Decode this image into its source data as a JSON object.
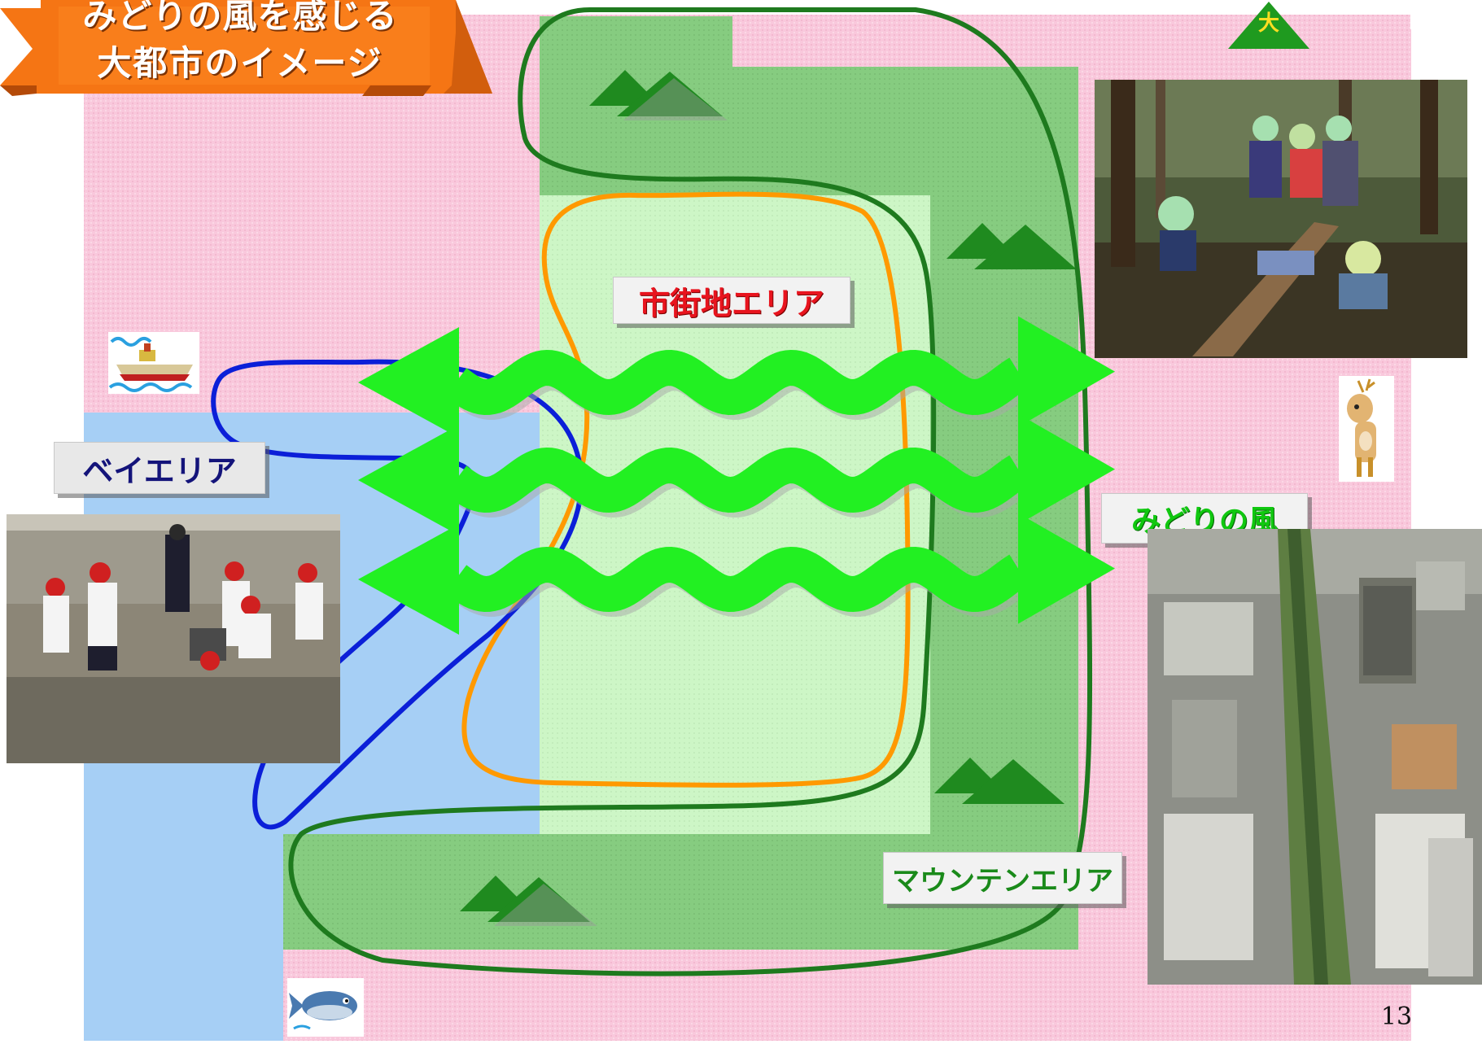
{
  "title": {
    "line1": "みどりの風を感じる",
    "line2": "大都市のイメージ"
  },
  "labels": {
    "city": "市街地エリア",
    "bay": "ベイエリア",
    "green_wind": "みどりの風",
    "mountain": "マウンテンエリア"
  },
  "page_number": "13",
  "mountain_badge_char": "大",
  "colors": {
    "background": "#f9c8dc",
    "bay_water": "#a6cff5",
    "mountain_area": "#86cc80",
    "city_area": "#cdf6c6",
    "arrow": "#22f022",
    "bay_boundary": "#0b1fd8",
    "city_boundary": "#ff9900",
    "mountain_boundary": "#1e7a1e",
    "banner": "#f57514",
    "city_label_text": "#e8141e",
    "bay_label_text": "#14147a",
    "green_label_text": "#10c810",
    "mountain_label_text": "#1a8a1a"
  },
  "icons": [
    "boat-icon",
    "fish-icon",
    "deer-icon",
    "mountain-icon"
  ]
}
